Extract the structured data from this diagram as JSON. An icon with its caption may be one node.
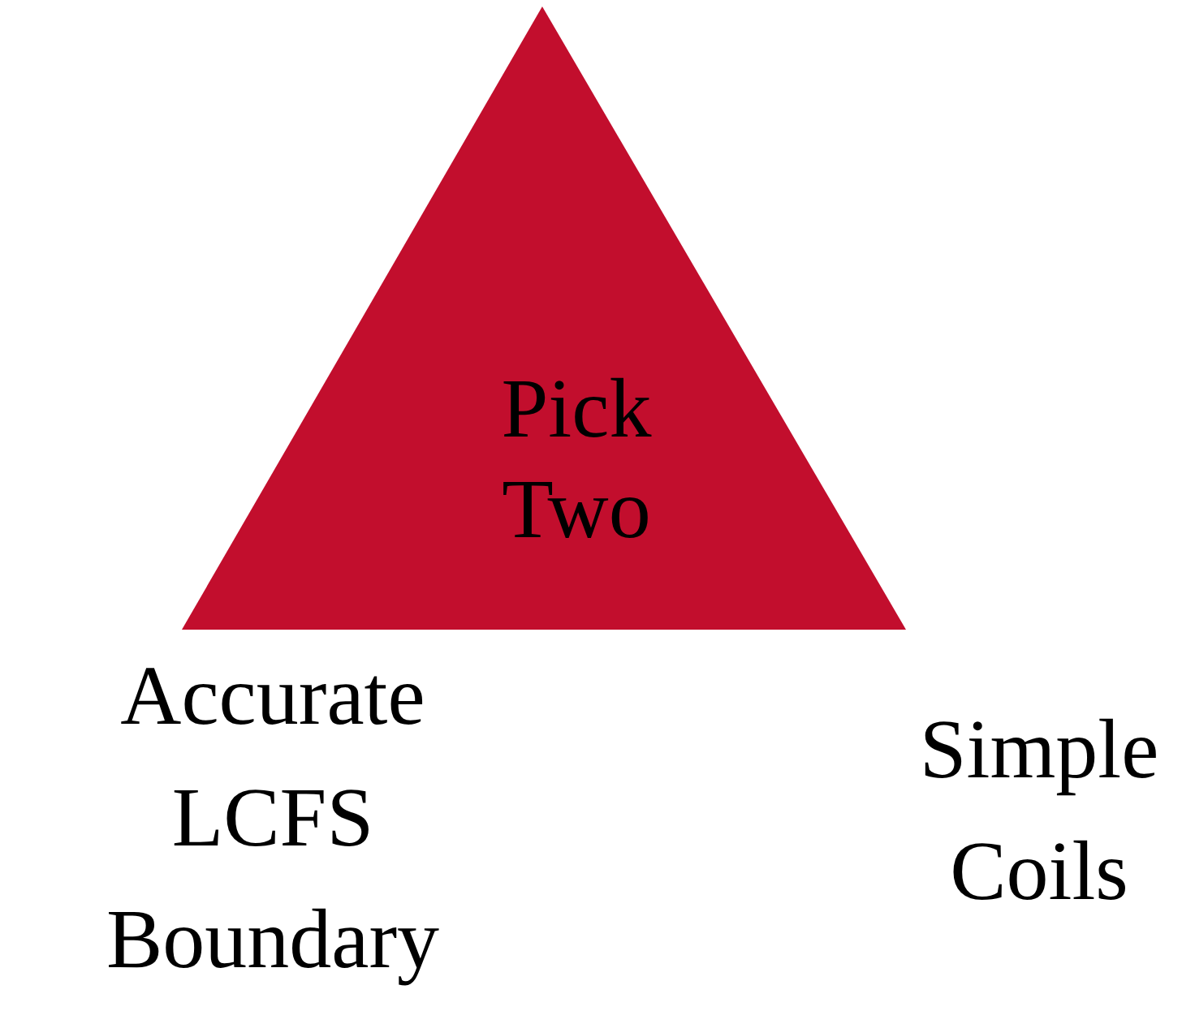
{
  "diagram": {
    "nodes": [
      {
        "text": [
          "Pick Two"
        ]
      }
    ],
    "labels": [
      "Accurate LCFS Boundary",
      "Simple Coils"
    ]
  }
}
